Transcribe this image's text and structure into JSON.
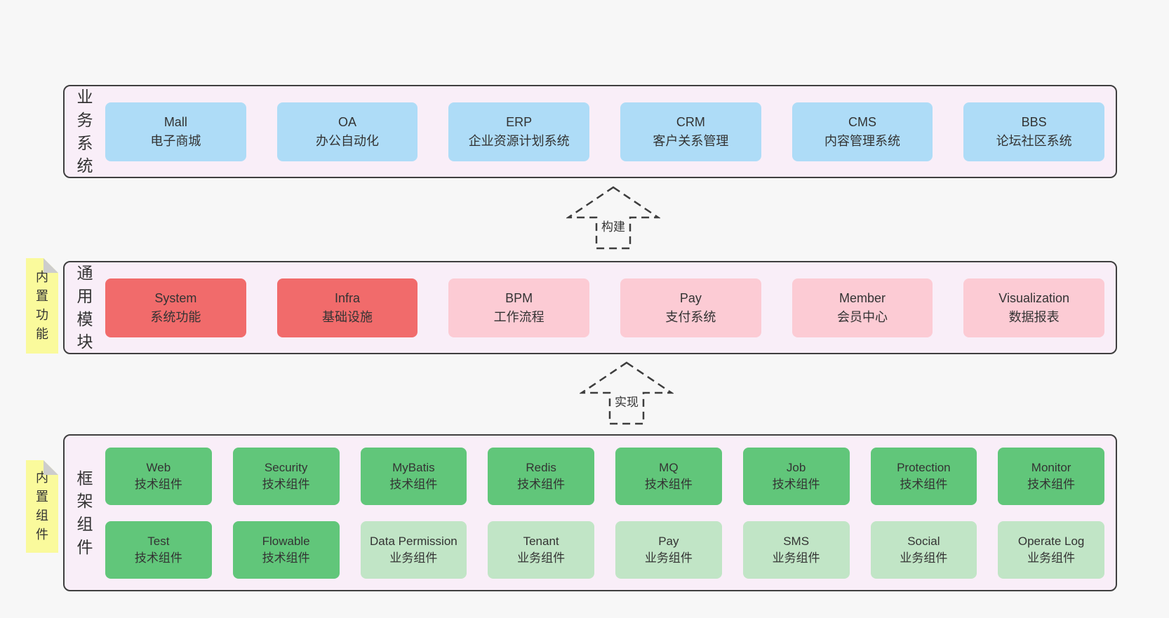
{
  "colors": {
    "page_bg": "#f7f7f7",
    "band_bg": "#f9eef8",
    "band_border": "#3f3f3f",
    "blue": "#aedcf7",
    "red": "#f16b6b",
    "pink": "#fccbd4",
    "green": "#61c67a",
    "green_light": "#c1e5c6",
    "sticky_yellow": "#fafa9c",
    "sticky_fold": "#cdcdcd",
    "text": "#333333"
  },
  "arrows": [
    {
      "label": "构建"
    },
    {
      "label": "实现"
    }
  ],
  "bands": [
    {
      "id": "business-systems",
      "label": "业务系统",
      "rows": [
        [
          {
            "name": "Mall",
            "desc": "电子商城",
            "variant": "blue"
          },
          {
            "name": "OA",
            "desc": "办公自动化",
            "variant": "blue"
          },
          {
            "name": "ERP",
            "desc": "企业资源计划系统",
            "variant": "blue"
          },
          {
            "name": "CRM",
            "desc": "客户关系管理",
            "variant": "blue"
          },
          {
            "name": "CMS",
            "desc": "内容管理系统",
            "variant": "blue"
          },
          {
            "name": "BBS",
            "desc": "论坛社区系统",
            "variant": "blue"
          }
        ]
      ]
    },
    {
      "id": "common-modules",
      "label": "通用模块",
      "sticky": "内置功能",
      "rows": [
        [
          {
            "name": "System",
            "desc": "系统功能",
            "variant": "red"
          },
          {
            "name": "Infra",
            "desc": "基础设施",
            "variant": "red"
          },
          {
            "name": "BPM",
            "desc": "工作流程",
            "variant": "pink"
          },
          {
            "name": "Pay",
            "desc": "支付系统",
            "variant": "pink"
          },
          {
            "name": "Member",
            "desc": "会员中心",
            "variant": "pink"
          },
          {
            "name": "Visualization",
            "desc": "数据报表",
            "variant": "pink"
          }
        ]
      ]
    },
    {
      "id": "framework-components",
      "label": "框架组件",
      "sticky": "内置组件",
      "rows": [
        [
          {
            "name": "Web",
            "desc": "技术组件",
            "variant": "green"
          },
          {
            "name": "Security",
            "desc": "技术组件",
            "variant": "green"
          },
          {
            "name": "MyBatis",
            "desc": "技术组件",
            "variant": "green"
          },
          {
            "name": "Redis",
            "desc": "技术组件",
            "variant": "green"
          },
          {
            "name": "MQ",
            "desc": "技术组件",
            "variant": "green"
          },
          {
            "name": "Job",
            "desc": "技术组件",
            "variant": "green"
          },
          {
            "name": "Protection",
            "desc": "技术组件",
            "variant": "green"
          },
          {
            "name": "Monitor",
            "desc": "技术组件",
            "variant": "green"
          }
        ],
        [
          {
            "name": "Test",
            "desc": "技术组件",
            "variant": "green"
          },
          {
            "name": "Flowable",
            "desc": "技术组件",
            "variant": "green"
          },
          {
            "name": "Data Permission",
            "desc": "业务组件",
            "variant": "green_light"
          },
          {
            "name": "Tenant",
            "desc": "业务组件",
            "variant": "green_light"
          },
          {
            "name": "Pay",
            "desc": "业务组件",
            "variant": "green_light"
          },
          {
            "name": "SMS",
            "desc": "业务组件",
            "variant": "green_light"
          },
          {
            "name": "Social",
            "desc": "业务组件",
            "variant": "green_light"
          },
          {
            "name": "Operate Log",
            "desc": "业务组件",
            "variant": "green_light"
          }
        ]
      ]
    }
  ]
}
